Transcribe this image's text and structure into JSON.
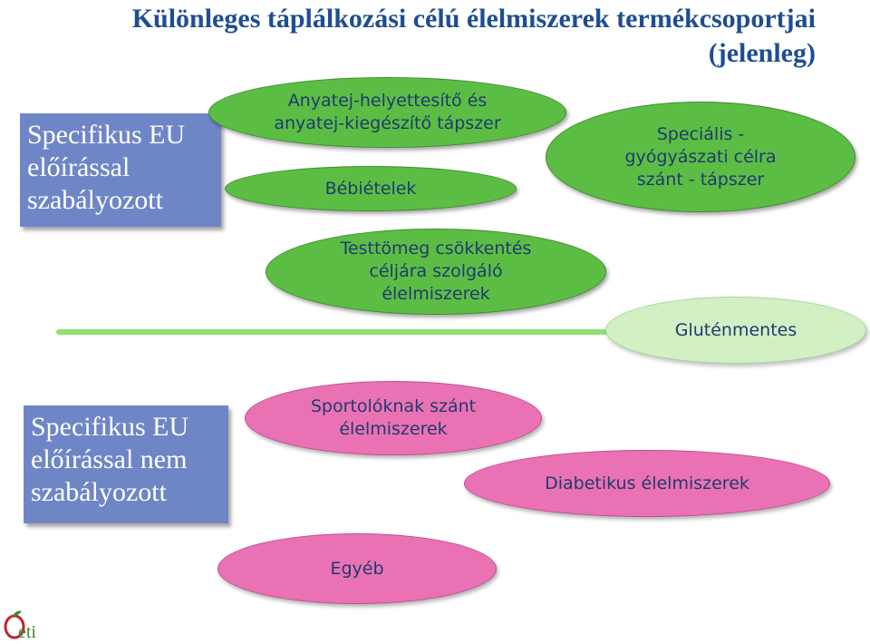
{
  "title": {
    "line1": "Különleges táplálkozási célú élelmiszerek termékcsoportjai",
    "line2": "(jelenleg)"
  },
  "box_regulated": {
    "lines": [
      "Specifikus EU",
      "előírással",
      "szabályozott"
    ]
  },
  "box_not_regulated": {
    "lines": [
      "Specifikus EU",
      "előírással nem",
      "szabályozott"
    ]
  },
  "regulated_groups": [
    {
      "lines": [
        "Anyatej-helyettesítő és",
        "anyatej-kiegészítő tápszer"
      ]
    },
    {
      "lines": [
        "Bébiételek"
      ]
    },
    {
      "lines": [
        "Speciális -",
        "gyógyászati célra",
        "szánt - tápszer"
      ]
    },
    {
      "lines": [
        "Testtömeg csökkentés",
        "céljára szolgáló",
        "élelmiszerek"
      ]
    },
    {
      "lines": [
        "Gluténmentes"
      ]
    }
  ],
  "not_regulated_groups": [
    {
      "lines": [
        "Sportolóknak szánt",
        "élelmiszerek"
      ]
    },
    {
      "lines": [
        "Diabetikus élelmiszerek"
      ]
    },
    {
      "lines": [
        "Egyéb"
      ]
    }
  ],
  "logo": {
    "text": "oeti"
  },
  "colors": {
    "title": "#1f4e8f",
    "box": "#6f86c6",
    "green": "#5cbd45",
    "light_green": "#d2f0c4",
    "pink": "#ea72b4",
    "divider": "#8ee06f",
    "logo_red": "#c0282d",
    "logo_green": "#3a8a2e"
  }
}
